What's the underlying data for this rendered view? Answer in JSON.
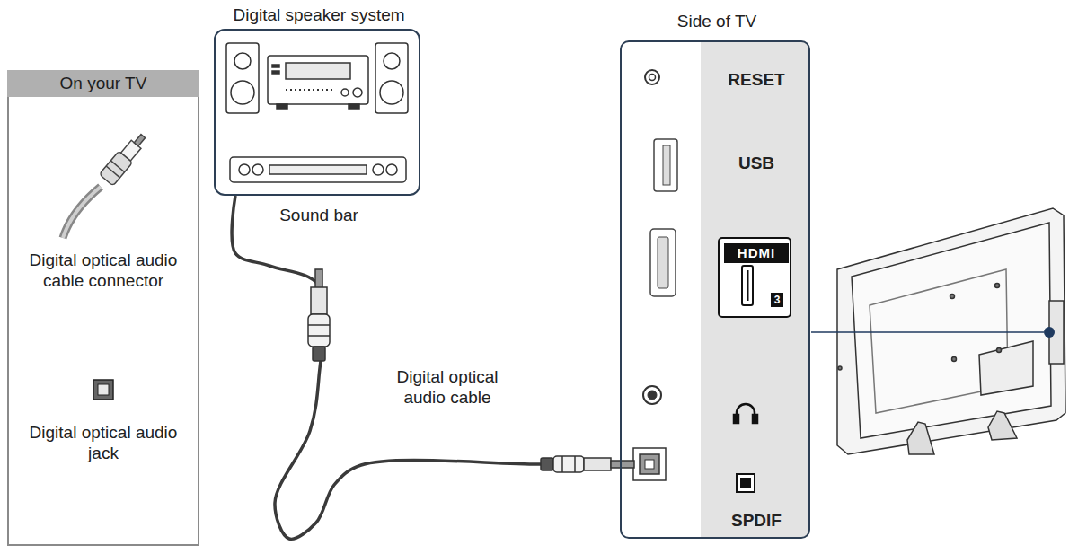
{
  "diagram": {
    "nodes": [
      {
        "text": [
          "On your TV",
          "Digital optical audio cable connector",
          "Digital optical audio jack"
        ]
      },
      {
        "text": [
          "Digital speaker system",
          "Sound bar"
        ]
      },
      {
        "text": [
          "Side of TV",
          "RESET",
          "USB",
          "HDMI",
          "3",
          "SPDIF"
        ]
      }
    ],
    "edges": [
      {
        "from": 1,
        "to": 2,
        "arrow": "none",
        "label": "Digital optical audio cable"
      }
    ]
  }
}
